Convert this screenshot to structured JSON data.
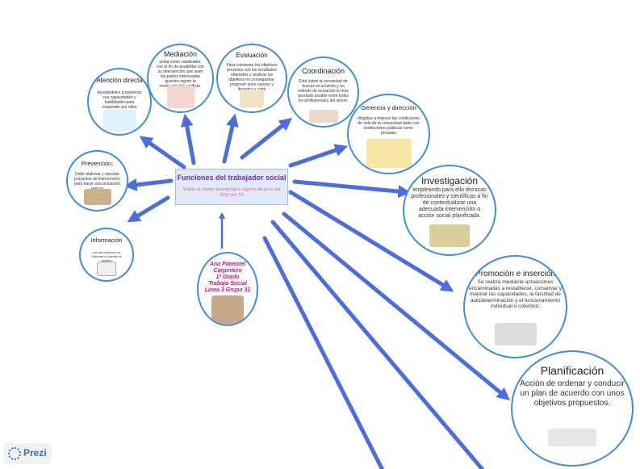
{
  "center": {
    "title": "Funciones del trabajador social",
    "subtitle": "Según el código deontológico vigente de junio del 2012 del TS"
  },
  "nodes": {
    "atencion": {
      "title": "Atención directa",
      "desc": "Ayudándoles a potenciar sus capacidades y habilidades para responder por ellos mismos."
    },
    "mediacion": {
      "title": "Mediación",
      "desc": "actúa como catalizador, con el fin de posibilitar con su intervención que sean las partes interesadas quienes logren la resolución del conflicto."
    },
    "evaluacion": {
      "title": "Evaluación",
      "desc": "Para contrastar los objetivos previstos con los resultados obtenidos y analizar los objetivos no conseguidos, proponer unos nuevos y llevarlos a cabo"
    },
    "coordinacion": {
      "title": "Coordinación",
      "desc": "Está sobre la necesidad de buscar un acuerdo y un método de actuación lo más acertado posible entre todos los profesionales del sector."
    },
    "gerencia": {
      "title": "Gerencia y dirección",
      "desc": "dirigidos a mejorar las condiciones de vida de la comunidad tanto con instituciones públicas como privadas"
    },
    "prevencion": {
      "title": "Prevención:",
      "desc": "Debe elaborar y ejecutar proyectos de intervención para hacer una actuación precoz"
    },
    "informacion": {
      "title": "Información",
      "desc": "con los objetivos de informar y orientar al usuario"
    },
    "investigacion": {
      "title": "Investigación",
      "desc": "empleando para ello técnicas profesionales y científicas a fin de contextualizar una adecuada intervención o acción social planificada."
    },
    "promocion": {
      "title": "Promoción e inserción",
      "desc": "Se realiza mediante actuaciones encaminadas a restablecer, conservar y mejorar las capacidades, la facultad de autodeterminación y el funcionamiento individual o colectivo."
    },
    "planificacion": {
      "title": "Planificación",
      "desc": "Acción de ordenar y conducir un plan de acuerdo con unos objetivos propuestos."
    }
  },
  "author": {
    "name": "Ana Pimentel Carpintero",
    "line2": "1º Grado Trabajo Social",
    "line3": "Línea 3 Grupo 31"
  },
  "brand": {
    "label": "Prezi"
  },
  "colors": {
    "arrow": "#4a6ee0",
    "circle_border": "#3f8fd8",
    "center_title": "#6a30c0",
    "accent_pink": "#e060a0"
  }
}
